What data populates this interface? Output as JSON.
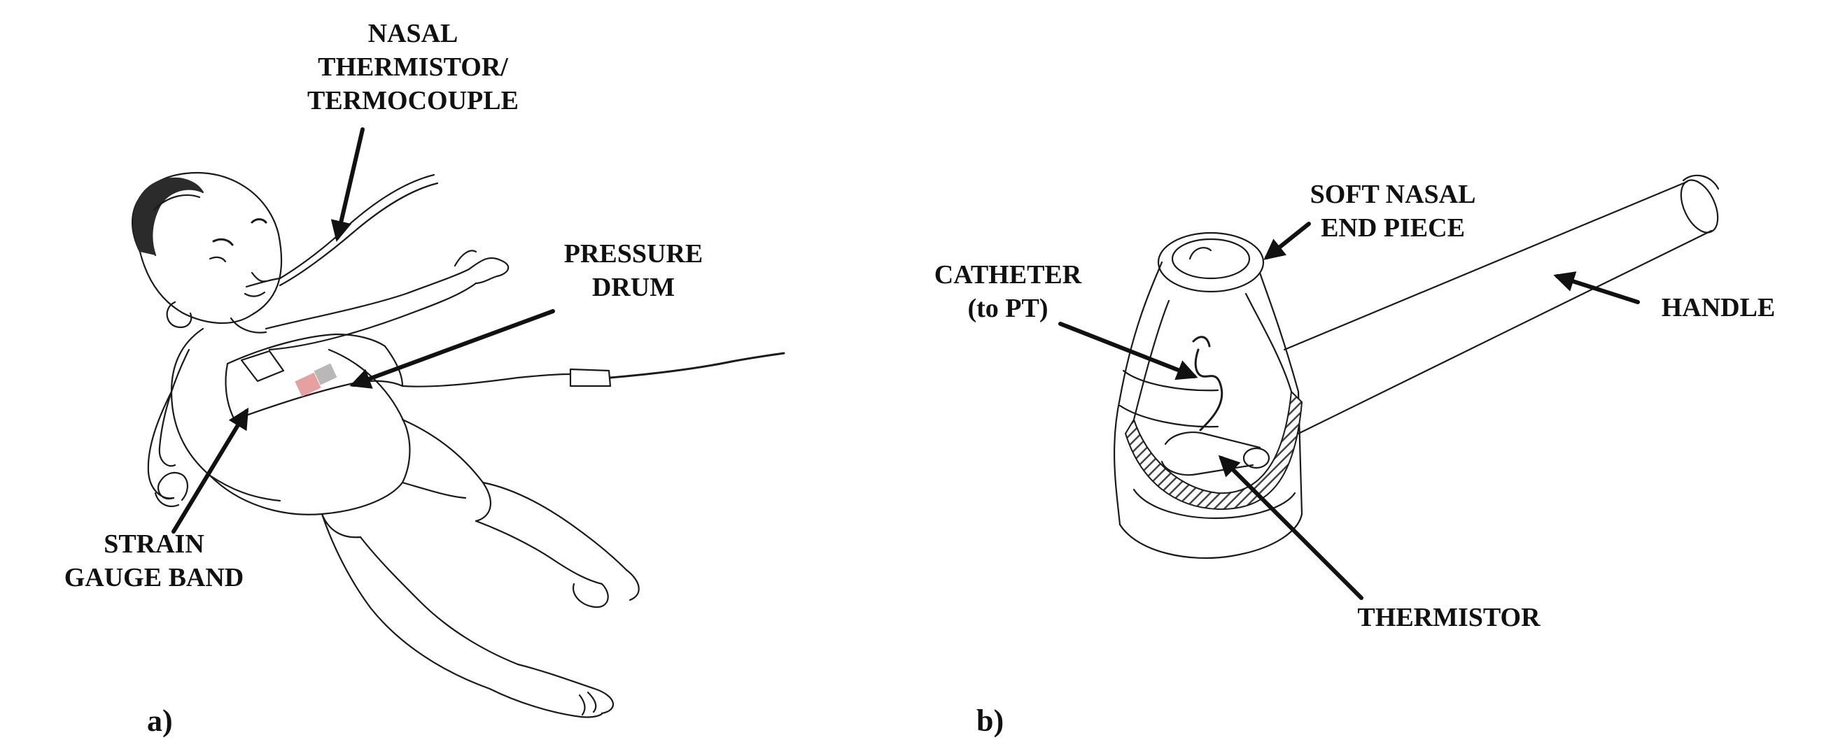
{
  "panel_a": {
    "label": "a)",
    "labels": {
      "nasal_line1": "NASAL",
      "nasal_line2": "THERMISTOR/",
      "nasal_line3": "TERMOCOUPLE",
      "pressure_line1": "PRESSURE",
      "pressure_line2": "DRUM",
      "strain_line1": "STRAIN",
      "strain_line2": "GAUGE BAND"
    }
  },
  "panel_b": {
    "label": "b)",
    "labels": {
      "soft_line1": "SOFT NASAL",
      "soft_line2": "END PIECE",
      "catheter_line1": "CATHETER",
      "catheter_line2": "(to PT)",
      "handle": "HANDLE",
      "thermistor": "THERMISTOR"
    }
  },
  "colors": {
    "ink": "#111111",
    "band_pink": "#e6a0a0",
    "band_gray": "#b8b8b8",
    "hatch": "#555555"
  }
}
